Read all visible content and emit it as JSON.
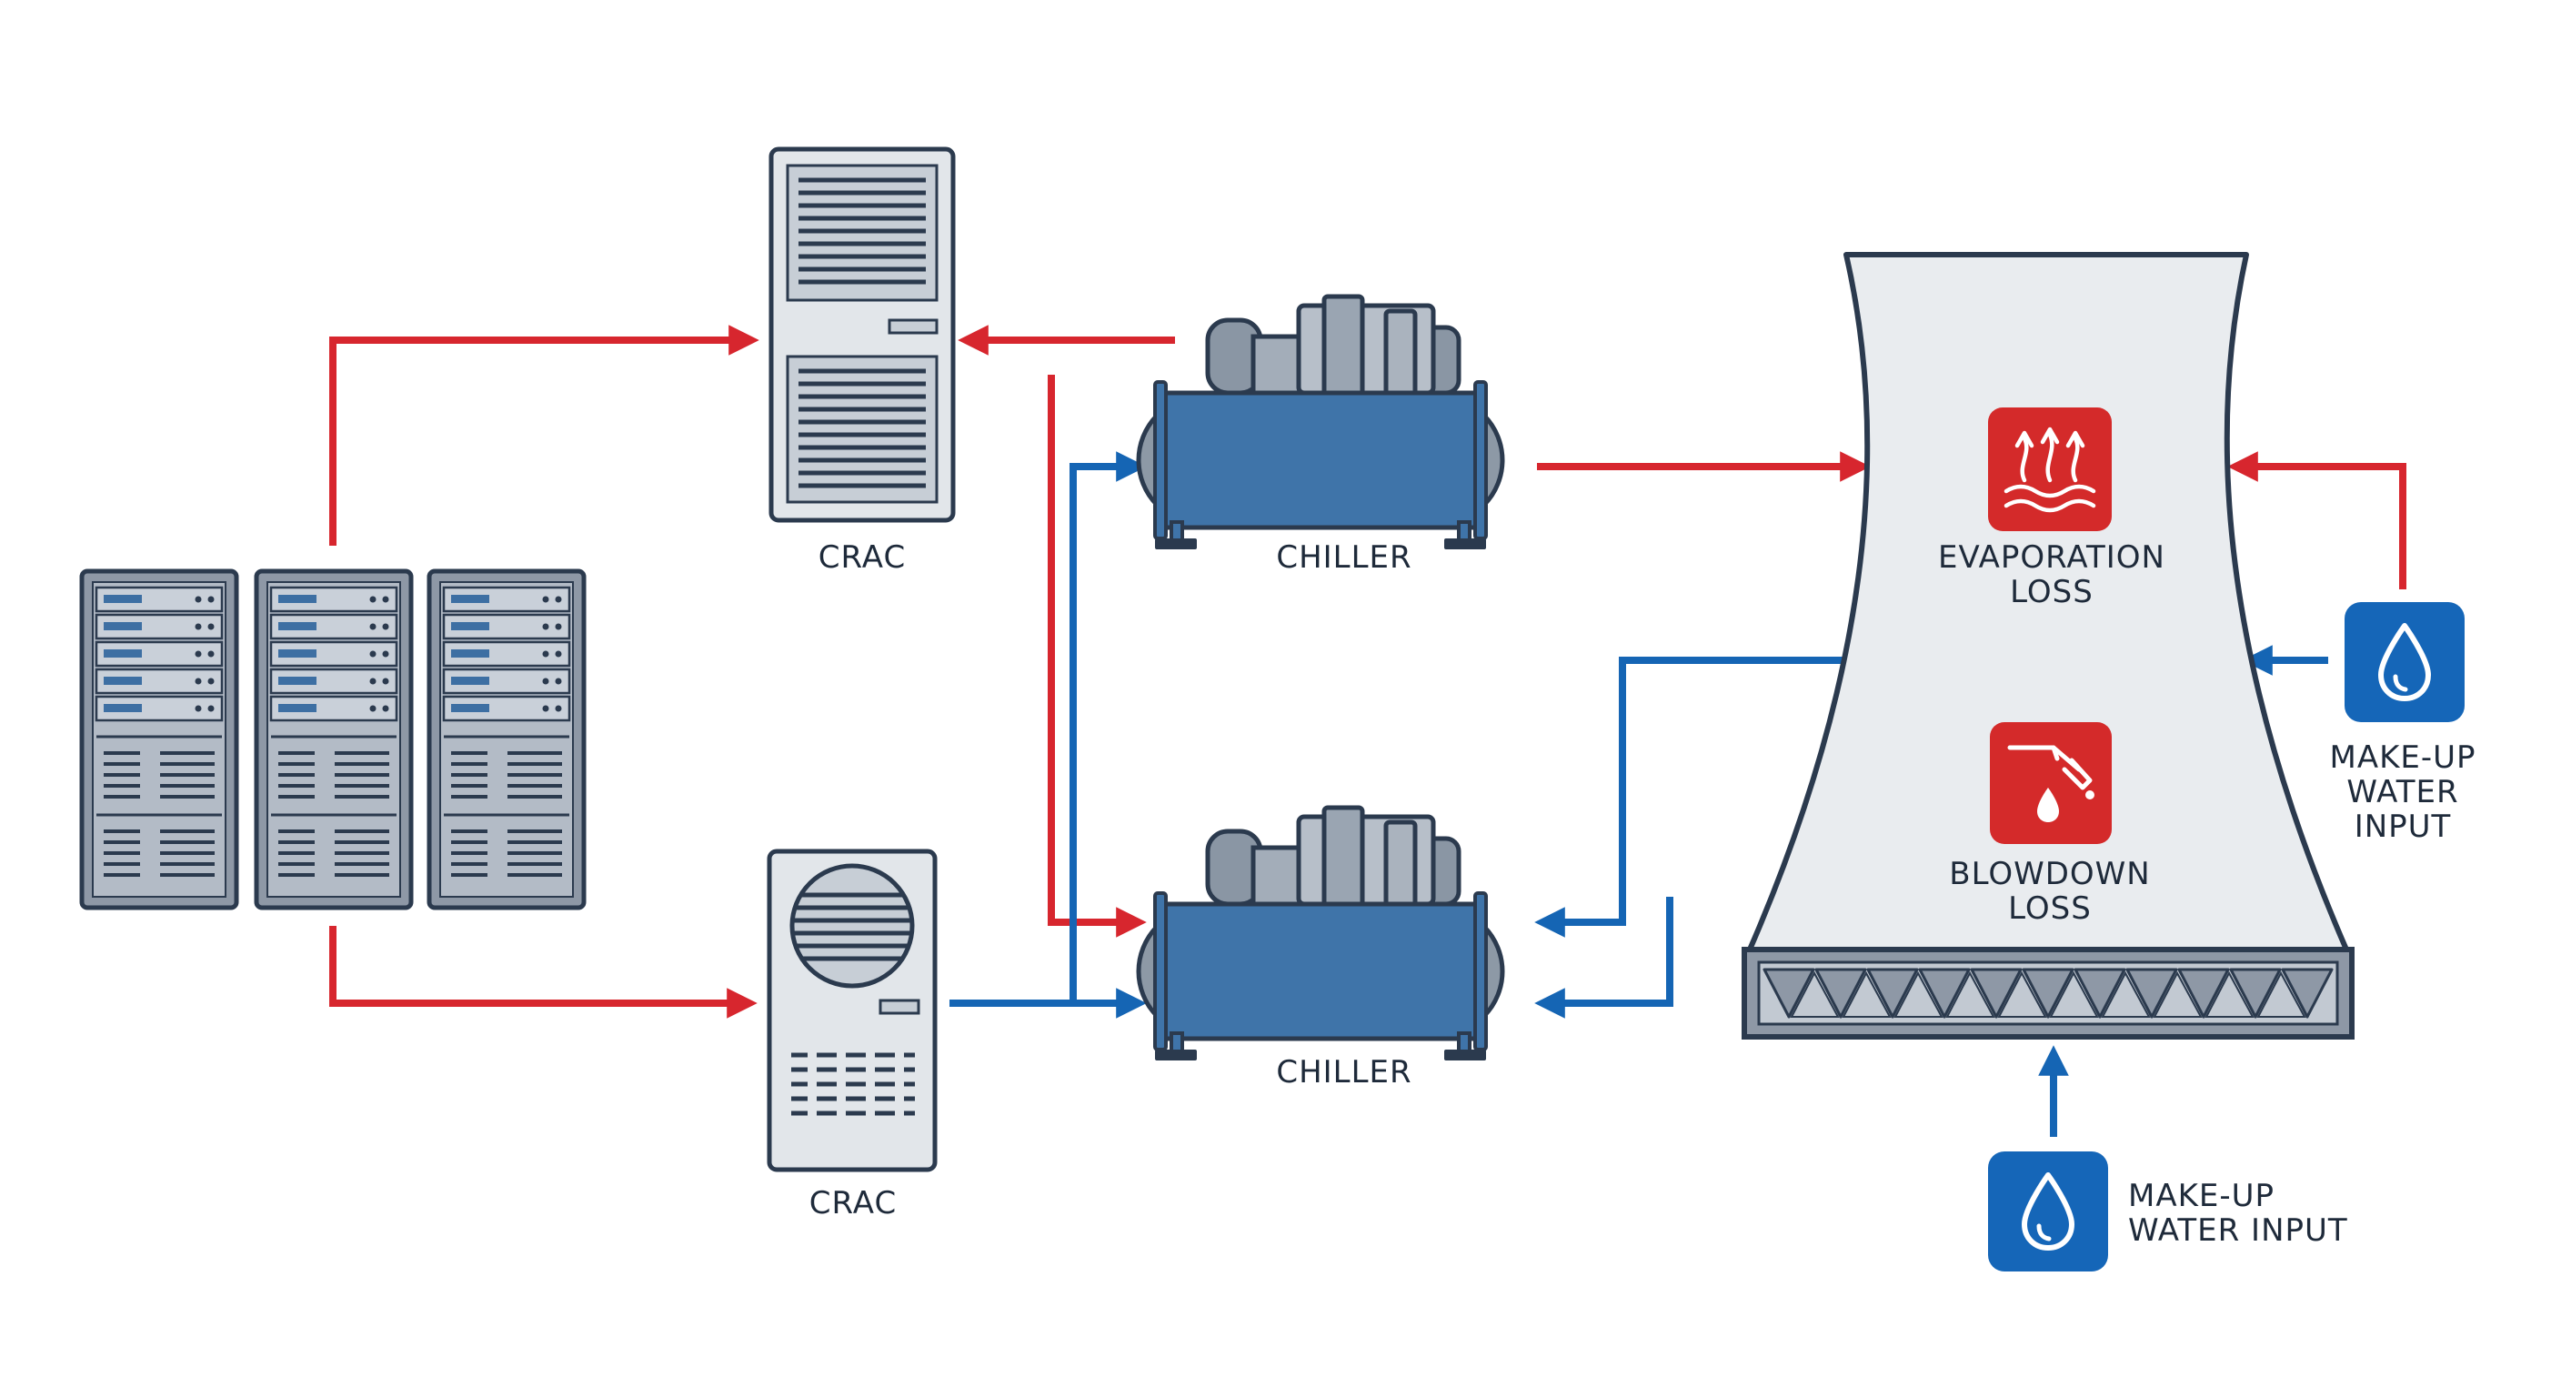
{
  "labels": {
    "crac_top": "CRAC",
    "crac_bottom": "CRAC",
    "chiller_top": "CHILLER",
    "chiller_bottom": "CHILLER",
    "evaporation_line1": "EVAPORATION",
    "evaporation_line2": "LOSS",
    "blowdown_line1": "BLOWDOWN",
    "blowdown_line2": "LOSS",
    "makeup_right_line1": "MAKE-UP",
    "makeup_right_line2": "WATER",
    "makeup_right_line3": "INPUT",
    "makeup_bottom_line1": "MAKE-UP",
    "makeup_bottom_line2": "WATER INPUT"
  },
  "colors": {
    "hot_flow": "#d7262e",
    "cold_flow": "#1565b4",
    "equipment_outline": "#2b3a4e",
    "chiller_body": "#3f74a9",
    "loss_badge": "#d42a2a",
    "water_badge": "#1566b8",
    "tower_fill": "#e9ecef"
  },
  "icons": {
    "server_racks": "server-rack-icon",
    "evaporation": "evaporation-icon",
    "blowdown": "blowdown-icon",
    "water": "water-drop-icon"
  }
}
